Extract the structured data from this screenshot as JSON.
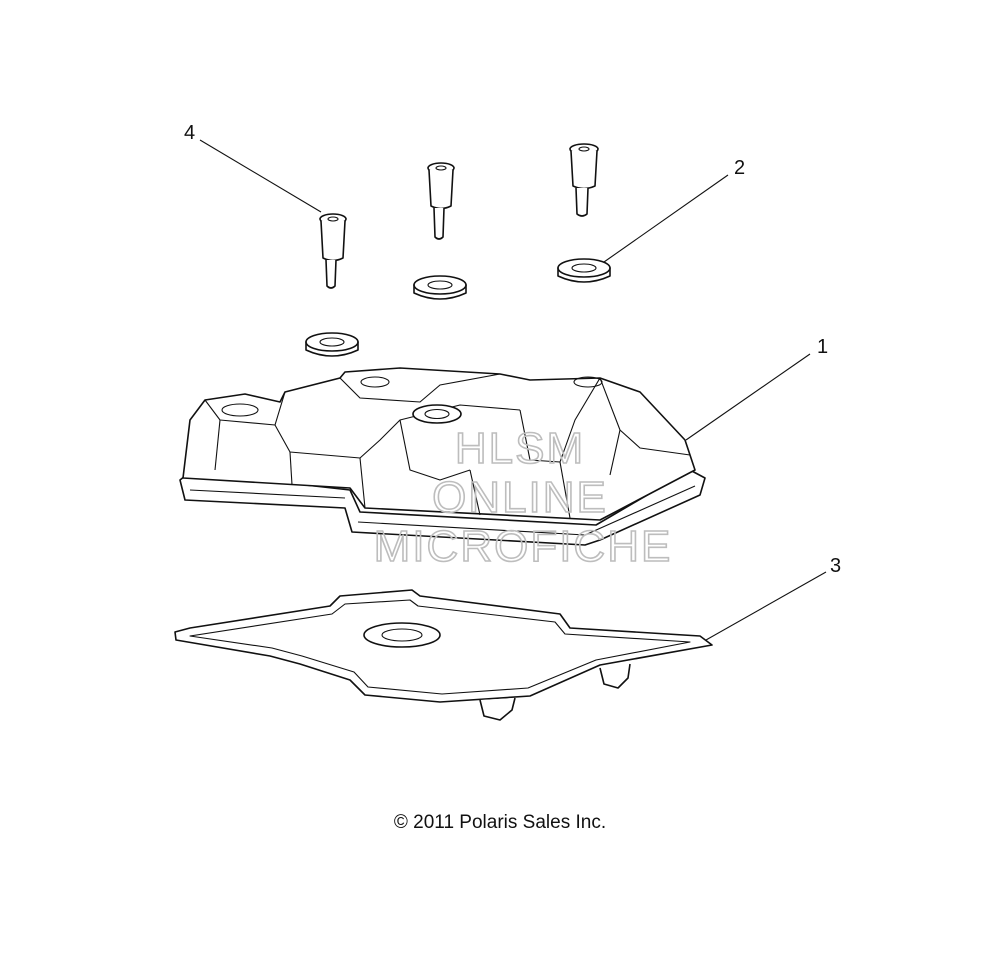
{
  "callouts": [
    "1",
    "2",
    "3",
    "4"
  ],
  "watermark": {
    "line1": "HLSM",
    "line2": "ONLINE",
    "line3": "MICROFICHE"
  },
  "copyright": "© 2011 Polaris Sales Inc."
}
